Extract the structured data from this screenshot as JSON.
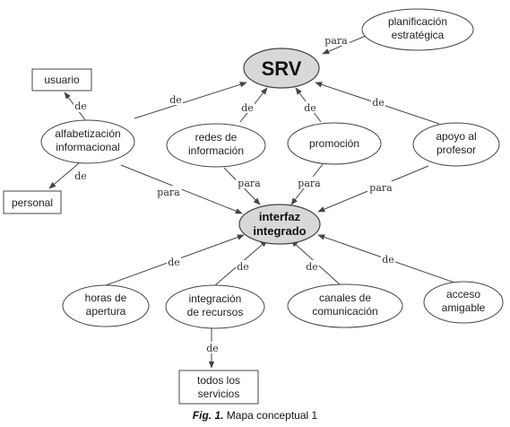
{
  "colors": {
    "hub_fill": "#d8d8d8",
    "node_fill": "#ffffff",
    "stroke": "#444444"
  },
  "nodes": {
    "srv": "SRV",
    "planificacion": [
      "planificación",
      "estratégica"
    ],
    "usuario": "usuario",
    "alfabetizacion": [
      "alfabetización",
      "informacional"
    ],
    "redes": [
      "redes de",
      "información"
    ],
    "promocion": "promoción",
    "apoyo": [
      "apoyo al",
      "profesor"
    ],
    "personal": "personal",
    "interfaz": [
      "interfaz",
      "integrado"
    ],
    "horas": [
      "horas de",
      "apertura"
    ],
    "integracion": [
      "integración",
      "de recursos"
    ],
    "canales": [
      "canales de",
      "comunicación"
    ],
    "acceso": [
      "acceso",
      "amigable"
    ],
    "todos": [
      "todos los",
      "servicios"
    ]
  },
  "links": {
    "plan_srv": "para",
    "alf_srv": "de",
    "redes_srv": "de",
    "prom_srv": "de",
    "apoyo_srv": "de",
    "alf_usuario": "de",
    "alf_personal": "de",
    "alf_int": "para",
    "redes_int": "para",
    "prom_int": "para",
    "apoyo_int": "para",
    "horas_int": "de",
    "integ_int": "de",
    "canales_int": "de",
    "acceso_int": "de",
    "integ_todos": "de"
  },
  "caption": {
    "fig": "Fig. 1.",
    "text": " Mapa conceptual 1"
  }
}
